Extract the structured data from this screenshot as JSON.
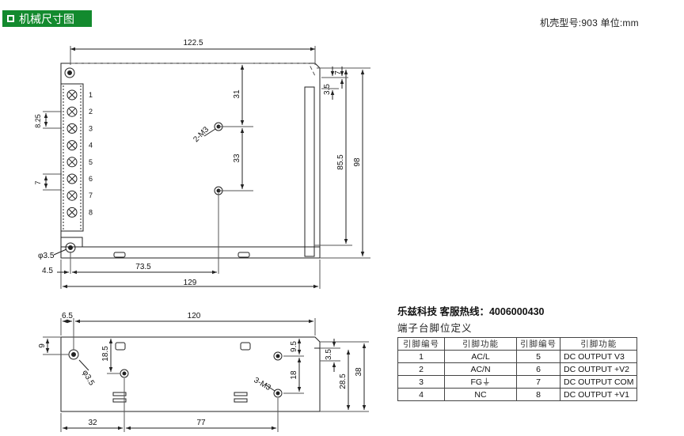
{
  "header": {
    "title": "机械尺寸图",
    "case_model": "机壳型号:903 单位:mm"
  },
  "top_view": {
    "dims": {
      "width_122_5": "122.5",
      "width_129": "129",
      "offset_73_5": "73.5",
      "offset_4_5": "4.5",
      "height_98": "98",
      "height_85_5": "85.5",
      "gap_31": "31",
      "gap_33": "33",
      "dim_3_5": "3.5",
      "dim_7_right": "7",
      "pitch_8_25": "8.25",
      "pitch_7": "7",
      "hole_dia": "φ3.5",
      "screw_label": "2-M3"
    },
    "terminals": [
      "1",
      "2",
      "3",
      "4",
      "5",
      "6",
      "7",
      "8"
    ]
  },
  "front_view": {
    "dims": {
      "width_120": "120",
      "offset_6_5": "6.5",
      "height_9": "9",
      "dim_18_5": "18.5",
      "hole_dia": "φ3.5",
      "dim_9_5": "9.5",
      "dim_18": "18",
      "dim_3_5": "3.5",
      "dim_28_5": "28.5",
      "height_38": "38",
      "bottom_32": "32",
      "bottom_77": "77",
      "screw_label": "3-M3"
    }
  },
  "hotline": "乐兹科技 客服热线：4006000430",
  "pin_table": {
    "title": "端子台脚位定义",
    "headers": [
      "引脚编号",
      "引脚功能",
      "引脚编号",
      "引脚功能"
    ],
    "rows": [
      [
        "1",
        "AC/L",
        "5",
        "DC OUTPUT V3"
      ],
      [
        "2",
        "AC/N",
        "6",
        "DC OUTPUT +V2"
      ],
      [
        "3",
        "FG⏚",
        "7",
        "DC OUTPUT COM"
      ],
      [
        "4",
        "NC",
        "8",
        "DC OUTPUT +V1"
      ]
    ]
  }
}
